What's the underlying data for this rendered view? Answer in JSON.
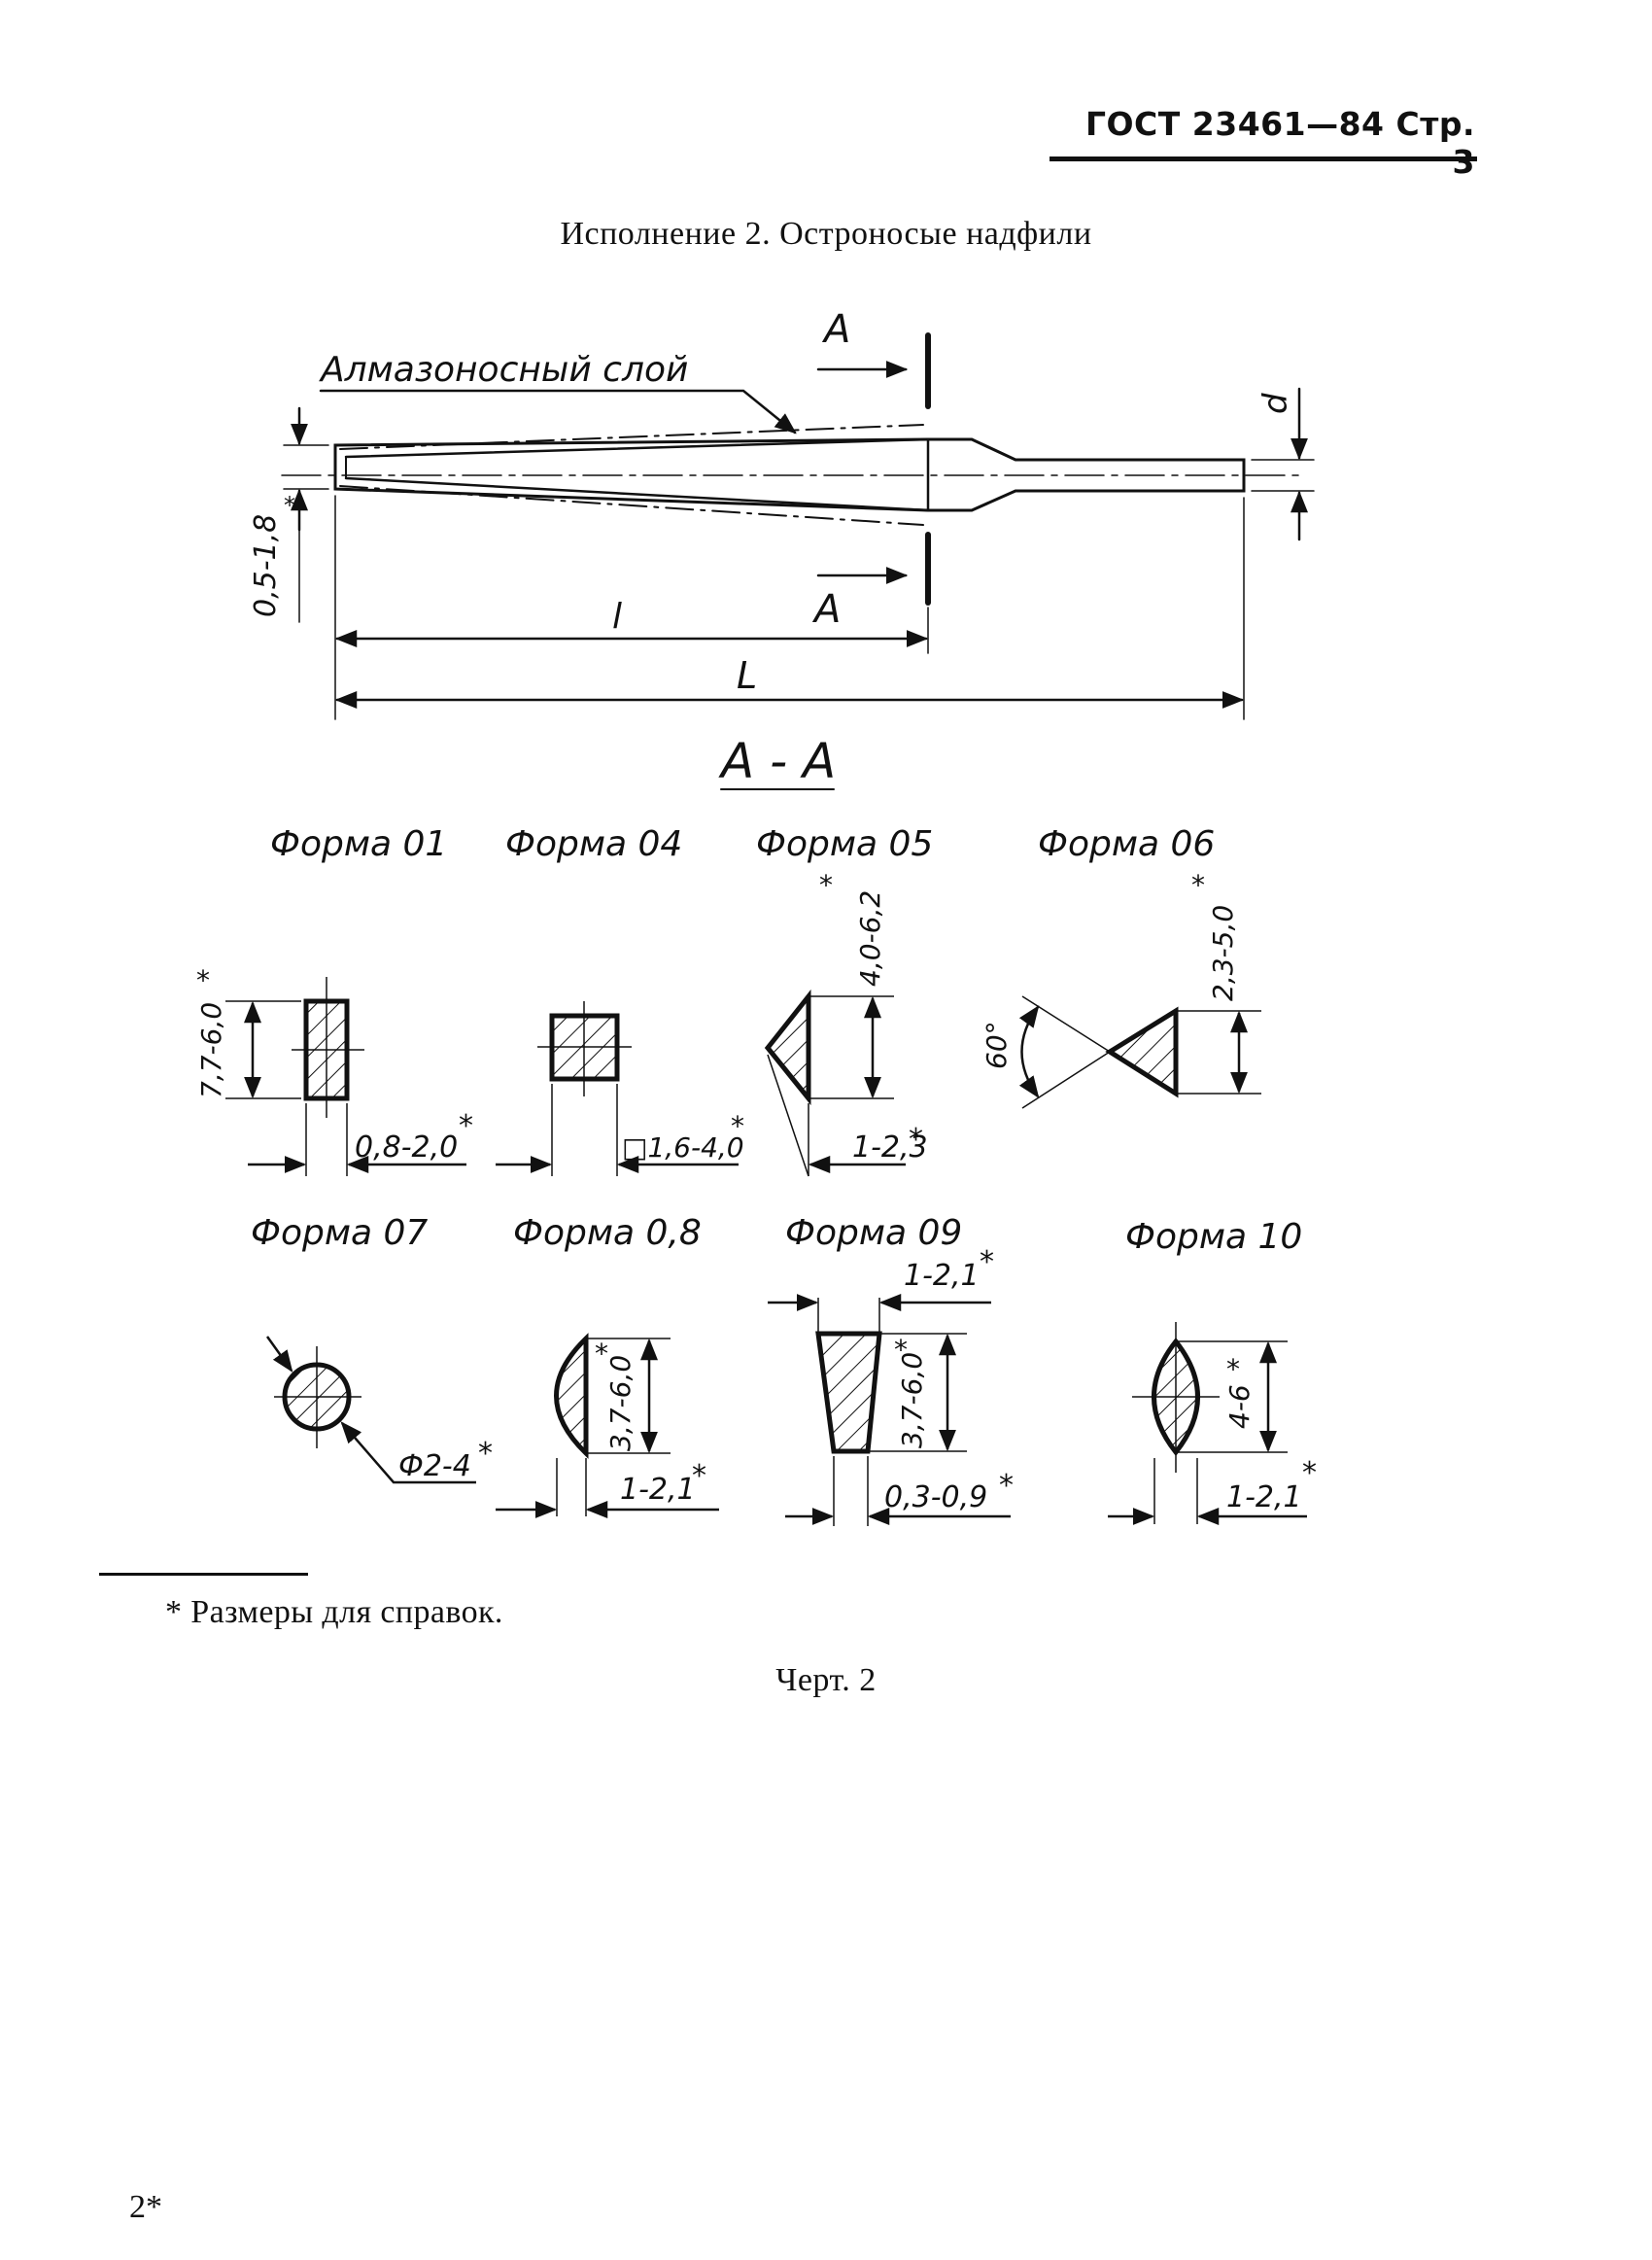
{
  "header": {
    "title": "ГОСТ 23461—84 Стр. 3"
  },
  "section": {
    "title": "Исполнение 2. Остроносые надфили"
  },
  "drawing": {
    "callout_layer": "Алмазоносный слой",
    "section_mark": "А",
    "section_label": "А - А",
    "dim_thickness": "0,5-1,8",
    "dim_d": "d",
    "dim_l": "l",
    "dim_L": "L",
    "asterisk": "*",
    "forms": [
      {
        "label": "Форма 01",
        "dims": [
          "7,7-6,0",
          "0,8-2,0"
        ]
      },
      {
        "label": "Форма 04",
        "dims": [
          "□1,6-4,0"
        ]
      },
      {
        "label": "Форма 05",
        "dims": [
          "4,0-6,2",
          "1-2,3"
        ]
      },
      {
        "label": "Форма 06",
        "dims": [
          "2,3-5,0",
          "60°"
        ]
      },
      {
        "label": "Форма 07",
        "dims": [
          "Ф2-4"
        ]
      },
      {
        "label": "Форма 0,8",
        "dims": [
          "3,7-6,0",
          "1-2,1"
        ]
      },
      {
        "label": "Форма 09",
        "dims": [
          "1-2,1",
          "3,7-6,0",
          "0,3-0,9"
        ]
      },
      {
        "label": "Форма 10",
        "dims": [
          "4-6",
          "1-2,1"
        ]
      }
    ]
  },
  "footnote": "* Размеры для справок.",
  "caption": "Черт. 2",
  "page_number": "2*"
}
